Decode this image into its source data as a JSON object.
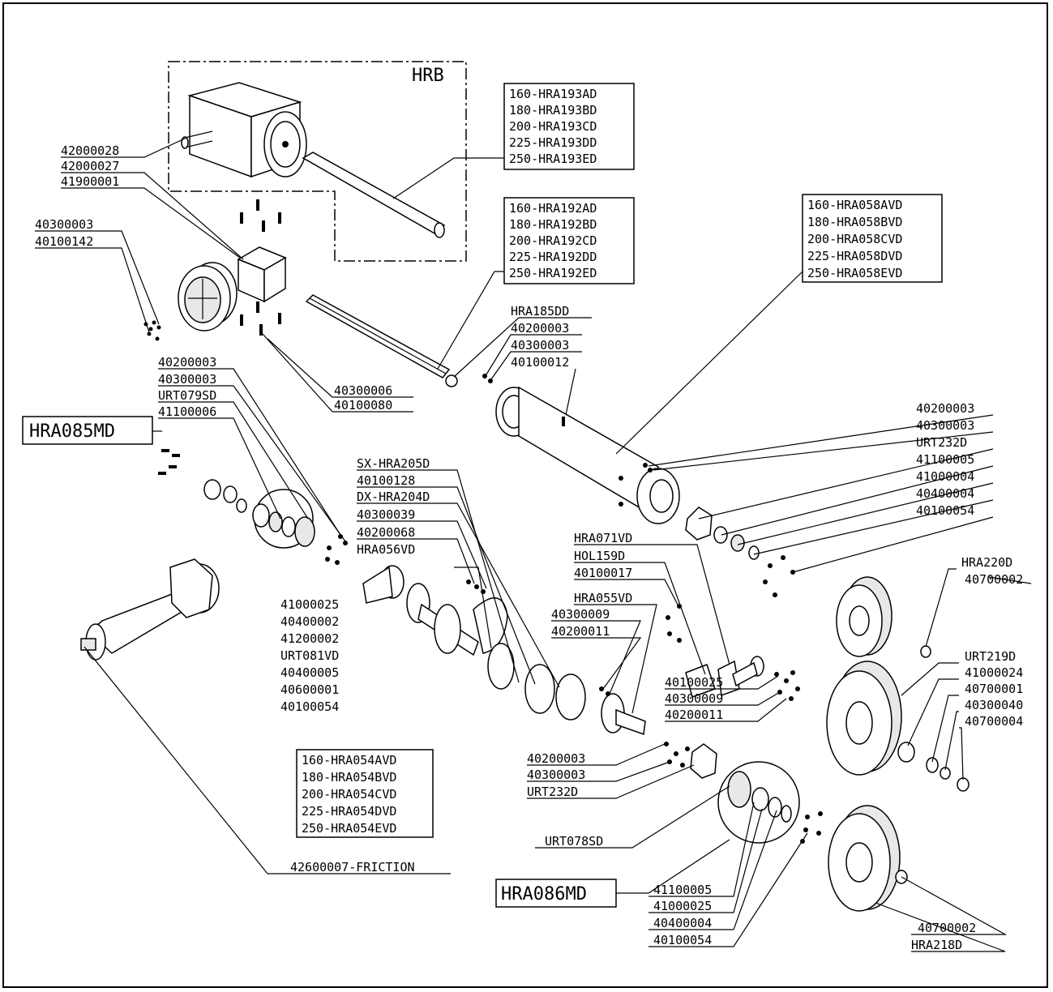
{
  "diagram": {
    "assembly_box_label": "HRB",
    "group_labels": {
      "hra085md": "HRA085MD",
      "hra086md": "HRA086MD"
    },
    "boxed_lists": {
      "hra193": [
        "160-HRA193AD",
        "180-HRA193BD",
        "200-HRA193CD",
        "225-HRA193DD",
        "250-HRA193ED"
      ],
      "hra192": [
        "160-HRA192AD",
        "180-HRA192BD",
        "200-HRA192CD",
        "225-HRA192DD",
        "250-HRA192ED"
      ],
      "hra058": [
        "160-HRA058AVD",
        "180-HRA058BVD",
        "200-HRA058CVD",
        "225-HRA058DVD",
        "250-HRA058EVD"
      ],
      "hra054": [
        "160-HRA054AVD",
        "180-HRA054BVD",
        "200-HRA054CVD",
        "225-HRA054DVD",
        "250-HRA054EVD"
      ]
    },
    "labels": {
      "l42000028": "42000028",
      "l42000027": "42000027",
      "l41900001": "41900001",
      "l40300003a": "40300003",
      "l40100142": "40100142",
      "l40300006": "40300006",
      "l40100080": "40100080",
      "lHRA185DD": "HRA185DD",
      "l40200003a": "40200003",
      "l40300003b": "40300003",
      "l40100012": "40100012",
      "l40200003b": "40200003",
      "l40300003c": "40300003",
      "lURT079SD": "URT079SD",
      "l41100006": "41100006",
      "l41000025a": "41000025",
      "l40400002": "40400002",
      "l41200002": "41200002",
      "lURT081VD": "URT081VD",
      "l40400005": "40400005",
      "l40600001": "40600001",
      "l40100054a": "40100054",
      "lSXHRA205D": "SX-HRA205D",
      "l40100128": "40100128",
      "lDXHRA204D": "DX-HRA204D",
      "l40300039": "40300039",
      "l40200068": "40200068",
      "lHRA056VD": "HRA056VD",
      "l40200003c": "40200003",
      "l40300003d": "40300003",
      "lURT232Da": "URT232D",
      "l41100005a": "41100005",
      "l41000004": "41000004",
      "l40400004a": "40400004",
      "l40100054b": "40100054",
      "lHRA071VD": "HRA071VD",
      "lHOL159D": "HOL159D",
      "l40100017": "40100017",
      "lHRA055VD": "HRA055VD",
      "l40300009a": "40300009",
      "l40200011a": "40200011",
      "l40100025": "40100025",
      "l40300009b": "40300009",
      "l40200011b": "40200011",
      "lHRA220D": "HRA220D",
      "l40700002a": "40700002",
      "lURT219D": "URT219D",
      "l41000024": "41000024",
      "l40700001": "40700001",
      "l40300040": "40300040",
      "l40700004": "40700004",
      "l40200003d": "40200003",
      "l40300003e": "40300003",
      "lURT232Db": "URT232D",
      "lURT078SD": "URT078SD",
      "l41100005b": "41100005",
      "l41000025b": "41000025",
      "l40400004b": "40400004",
      "l40100054c": "40100054",
      "l40700002b": "40700002",
      "lHRA218D": "HRA218D",
      "l42600007": "42600007-FRICTION"
    }
  }
}
